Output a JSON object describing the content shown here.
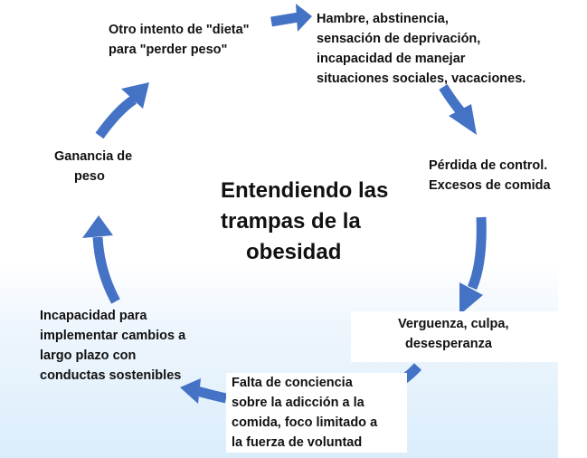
{
  "colors": {
    "arrow": "#4472c4",
    "text": "#111111"
  },
  "center_title": [
    "Entendiendo las",
    "trampas de la",
    "obesidad"
  ],
  "nodes": {
    "dieta": [
      "Otro intento de \"dieta\"",
      "para \"perder peso\""
    ],
    "hambre": [
      "Hambre, abstinencia,",
      "sensación de deprivación,",
      "incapacidad de manejar",
      "situaciones sociales, vacaciones."
    ],
    "perdida": [
      "Pérdida de control.",
      "Excesos de comida"
    ],
    "verguenza": [
      "Verguenza, culpa,",
      "desesperanza"
    ],
    "falta": [
      "Falta de conciencia",
      "sobre la adicción a la",
      "comida, foco limitado a",
      "la fuerza de voluntad"
    ],
    "incapacidad": [
      "Incapacidad para",
      "implementar cambios a",
      "largo plazo con",
      "conductas sostenibles"
    ],
    "ganancia": [
      "Ganancia de",
      "peso"
    ]
  },
  "arrows": [
    {
      "from": "dieta",
      "to": "hambre",
      "icon": "right-arrow-icon"
    },
    {
      "from": "hambre",
      "to": "perdida",
      "icon": "down-right-arrow-icon"
    },
    {
      "from": "perdida",
      "to": "verguenza",
      "icon": "down-arrow-icon"
    },
    {
      "from": "verguenza",
      "to": "falta",
      "icon": "down-left-arrow-icon"
    },
    {
      "from": "falta",
      "to": "incapacidad",
      "icon": "left-arrow-icon"
    },
    {
      "from": "incapacidad",
      "to": "ganancia",
      "icon": "up-arrow-icon"
    },
    {
      "from": "ganancia",
      "to": "dieta",
      "icon": "up-right-arrow-icon"
    }
  ]
}
